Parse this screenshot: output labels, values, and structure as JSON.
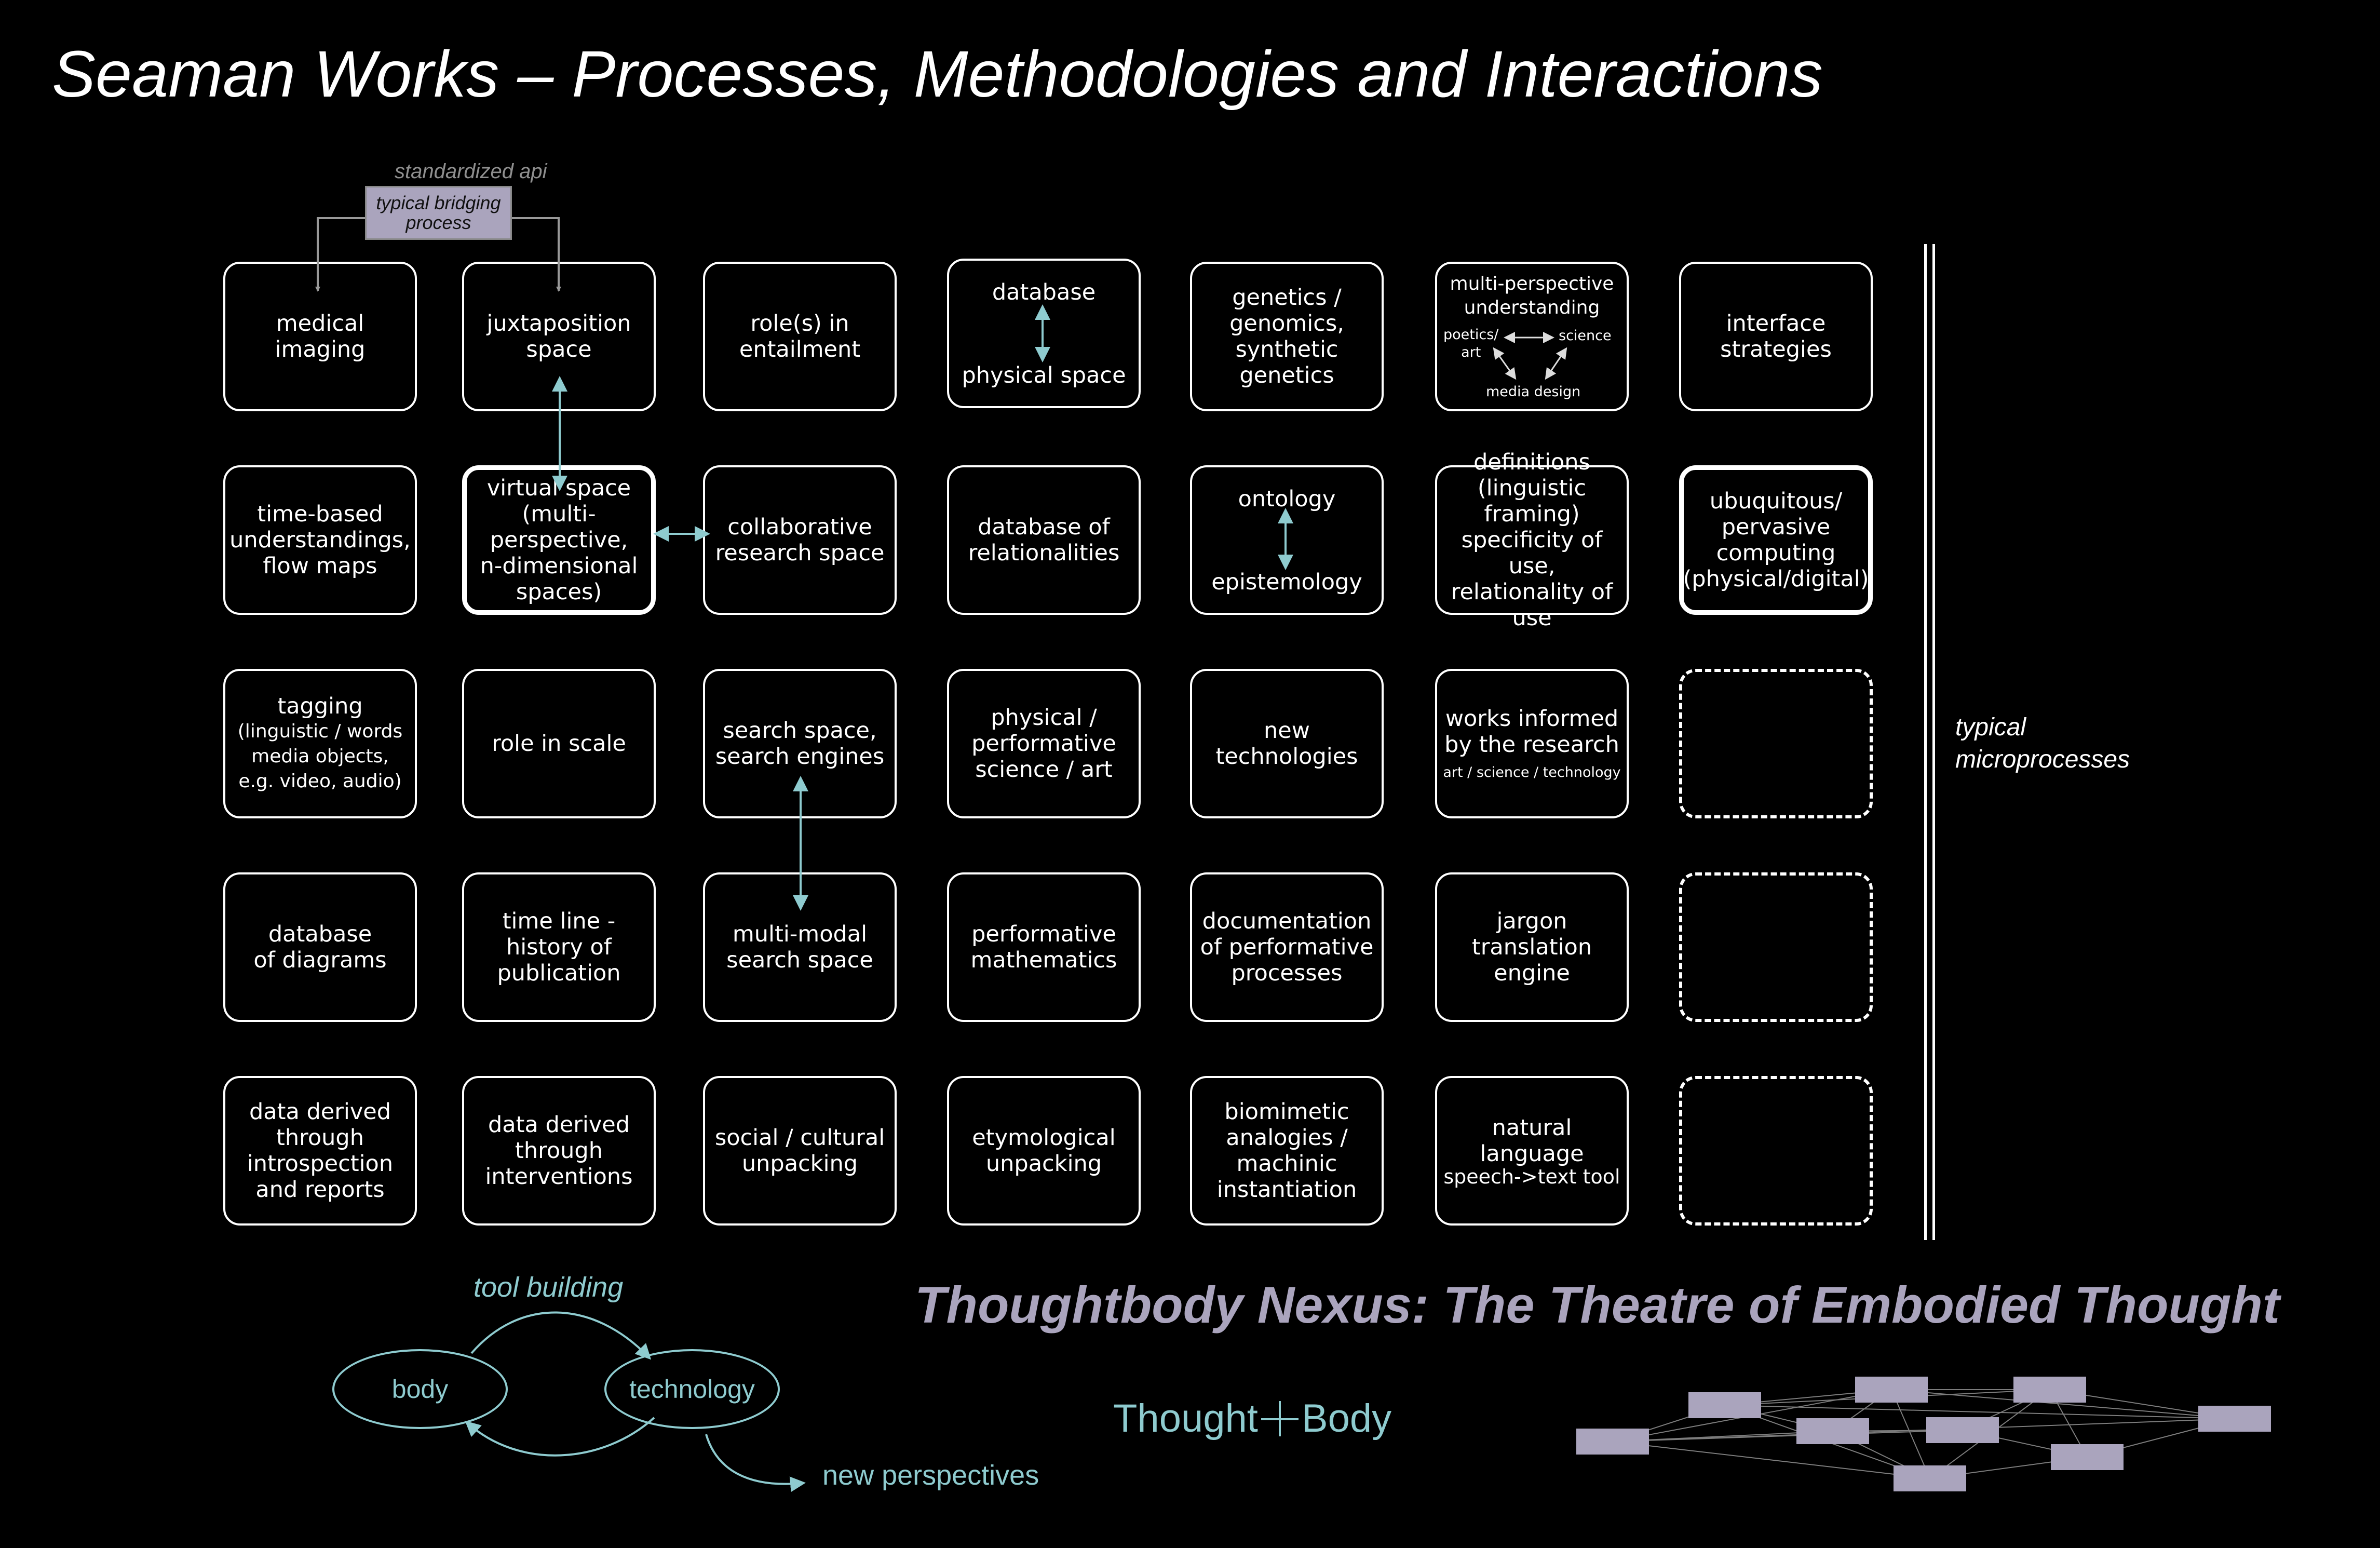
{
  "title": "Seaman Works – Processes, Methodologies and Interactions",
  "api_label": "standardized api",
  "bridge_label": "typical bridging process",
  "cells": {
    "medical_imaging": [
      "medical",
      "imaging"
    ],
    "juxtaposition_space": [
      "juxtaposition",
      "space"
    ],
    "roles_entailment": [
      "role(s) in",
      "entailment"
    ],
    "database_top": "database",
    "physical_space": "physical space",
    "genetics": [
      "genetics /",
      "genomics,",
      "synthetic",
      "genetics"
    ],
    "multi_perspective": [
      "multi-perspective",
      "understanding"
    ],
    "poetics_art": [
      "poetics/",
      "art"
    ],
    "science": "science",
    "media_design": "media design",
    "interface_strategies": [
      "interface",
      "strategies"
    ],
    "time_based": [
      "time-based",
      "understandings,",
      "flow maps"
    ],
    "virtual_space": [
      "virtual space",
      "(multi-perspective,",
      "n-dimensional",
      "spaces)"
    ],
    "collaborative": [
      "collaborative",
      "research space"
    ],
    "database_relationalities": [
      "database of",
      "relationalities"
    ],
    "ontology": "ontology",
    "epistemology": "epistemology",
    "definitions": [
      "definitions",
      "(linguistic framing)",
      "specificity of use,",
      "relationality of",
      "use"
    ],
    "ubiquitous": [
      "ubuquitous/",
      "pervasive",
      "computing",
      "(physical/digital)"
    ],
    "tagging_title": "tagging",
    "tagging_detail": [
      "(linguistic / words",
      "media objects,",
      "e.g. video, audio)"
    ],
    "role_scale": "role in scale",
    "search_space": [
      "search space,",
      "search engines"
    ],
    "physical_performative": [
      "physical  /",
      "performative",
      "science / art"
    ],
    "new_technologies": "new technologies",
    "works_informed": [
      "works informed",
      "by the research"
    ],
    "works_informed_sub": "art / science / technology",
    "database_diagrams": [
      "database",
      "of diagrams"
    ],
    "time_line": [
      "time line -",
      "history of",
      "publication"
    ],
    "multimodal": [
      "multi-modal",
      "search space"
    ],
    "perf_math": [
      "performative",
      "mathematics"
    ],
    "documentation": [
      "documentation",
      "of performative",
      "processes"
    ],
    "jargon": [
      "jargon",
      "translation",
      "engine"
    ],
    "introspection": [
      "data derived",
      "through",
      "introspection",
      "and reports"
    ],
    "interventions": [
      "data derived",
      "through",
      "interventions"
    ],
    "social_cultural": [
      "social / cultural",
      "unpacking"
    ],
    "etymological": [
      "etymological",
      "unpacking"
    ],
    "biomimetic": [
      "biomimetic",
      "analogies /",
      "machinic",
      "instantiation"
    ],
    "natural_language": "natural language",
    "speech_text": "speech->text tool"
  },
  "microprocesses_label": [
    "typical",
    "microprocesses"
  ],
  "thoughtbody_title": "Thoughtbody Nexus: The Theatre of Embodied Thought",
  "tool_building": "tool building",
  "body": "body",
  "technology": "technology",
  "new_perspectives": "new perspectives",
  "thought": "Thought",
  "body_right": "Body",
  "colors": {
    "background": "#000000",
    "text": "#ffffff",
    "accent_teal": "#8ecbcf",
    "lavender": "#aaa4bd"
  }
}
